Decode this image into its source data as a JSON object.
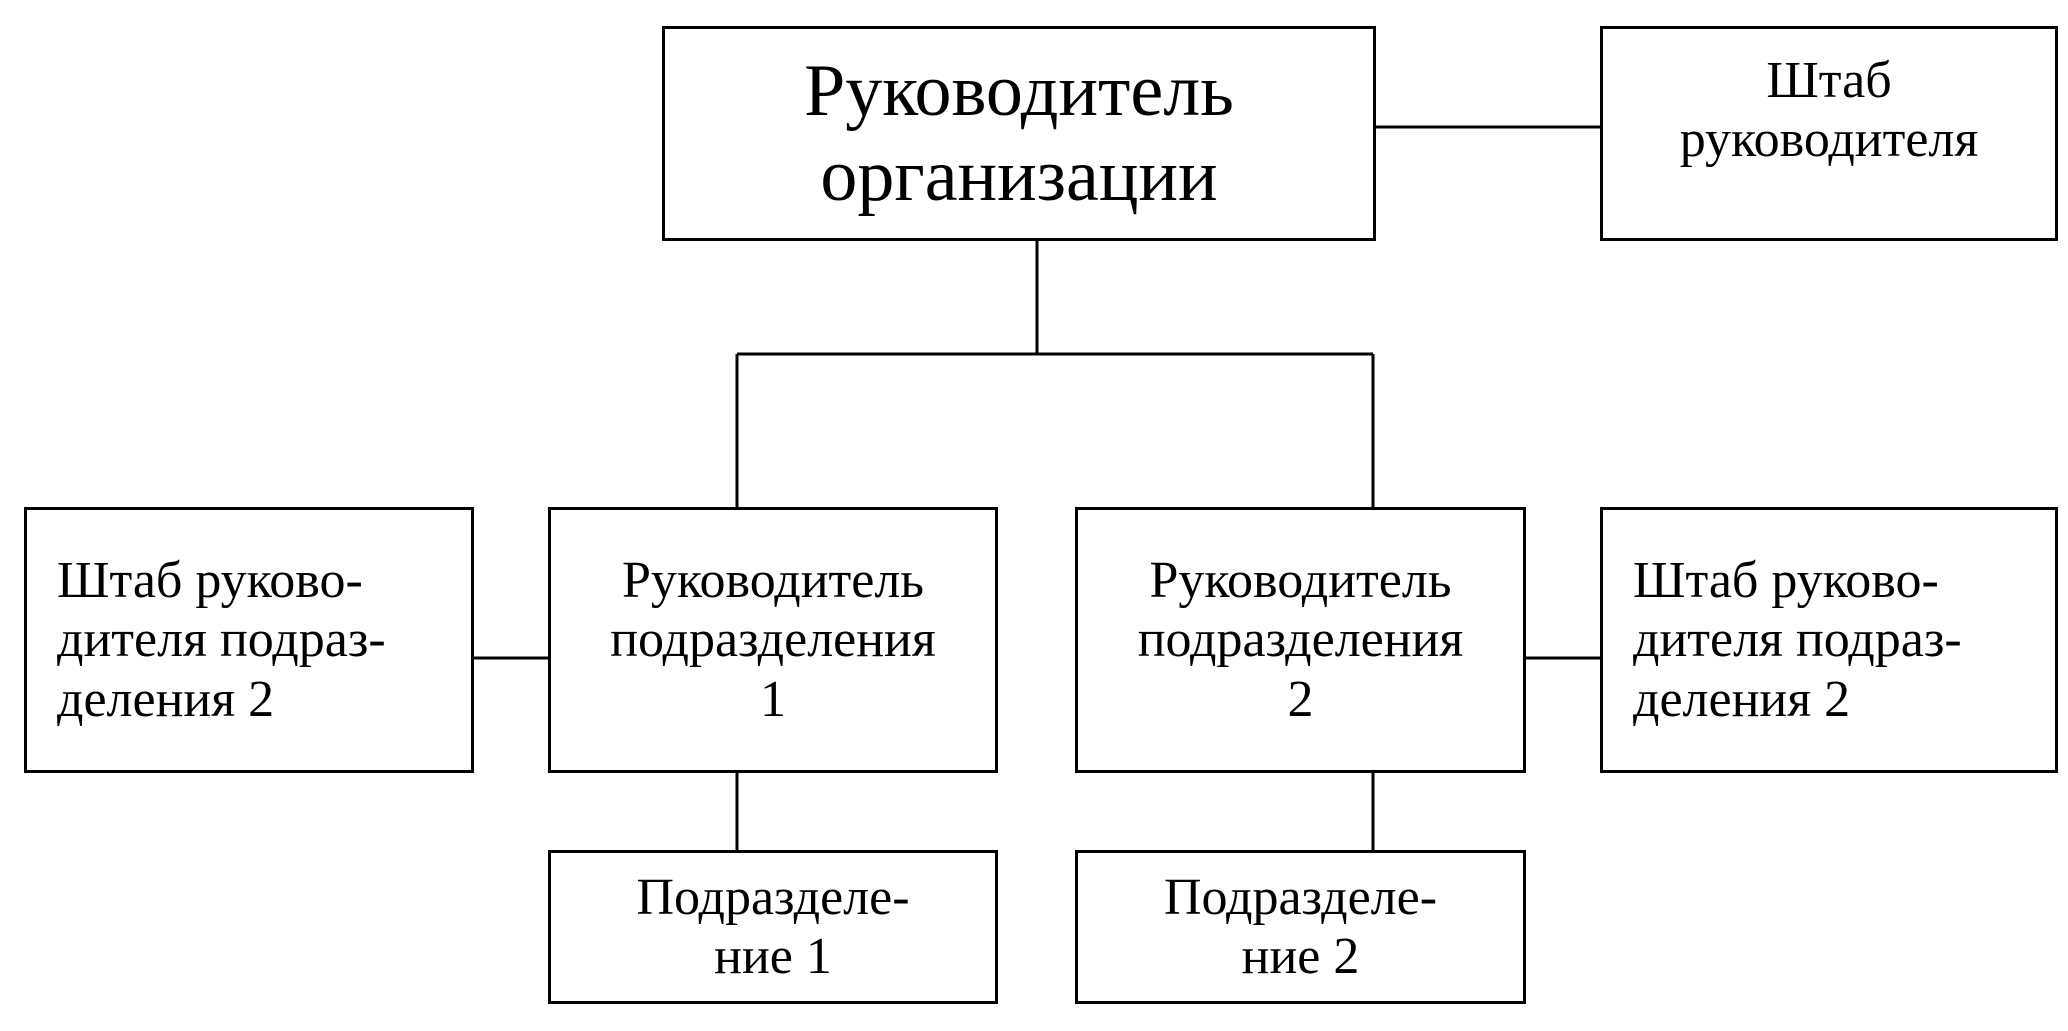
{
  "nodes": {
    "top_manager": {
      "lines": [
        "Руководитель",
        "организации"
      ]
    },
    "top_staff": {
      "lines": [
        "Штаб",
        "руководителя"
      ]
    },
    "left_staff": {
      "lines": [
        "Штаб руково-",
        "дителя подраз-",
        "деления 2"
      ]
    },
    "division_head_1": {
      "lines": [
        "Руководитель",
        "подразделения",
        "1"
      ]
    },
    "division_head_2": {
      "lines": [
        "Руководитель",
        "подразделения",
        "2"
      ]
    },
    "right_staff": {
      "lines": [
        "Штаб руково-",
        "дителя подраз-",
        "деления 2"
      ]
    },
    "unit_1": {
      "lines": [
        "Подразделе-",
        "ние 1"
      ]
    },
    "unit_2": {
      "lines": [
        "Подразделе-",
        "ние 2"
      ]
    }
  },
  "edges": [
    {
      "from": "top_manager",
      "to": "top_staff"
    },
    {
      "from": "top_manager",
      "to": "division_head_1"
    },
    {
      "from": "top_manager",
      "to": "division_head_2"
    },
    {
      "from": "left_staff",
      "to": "division_head_1"
    },
    {
      "from": "division_head_2",
      "to": "right_staff"
    },
    {
      "from": "division_head_1",
      "to": "unit_1"
    },
    {
      "from": "division_head_2",
      "to": "unit_2"
    }
  ]
}
